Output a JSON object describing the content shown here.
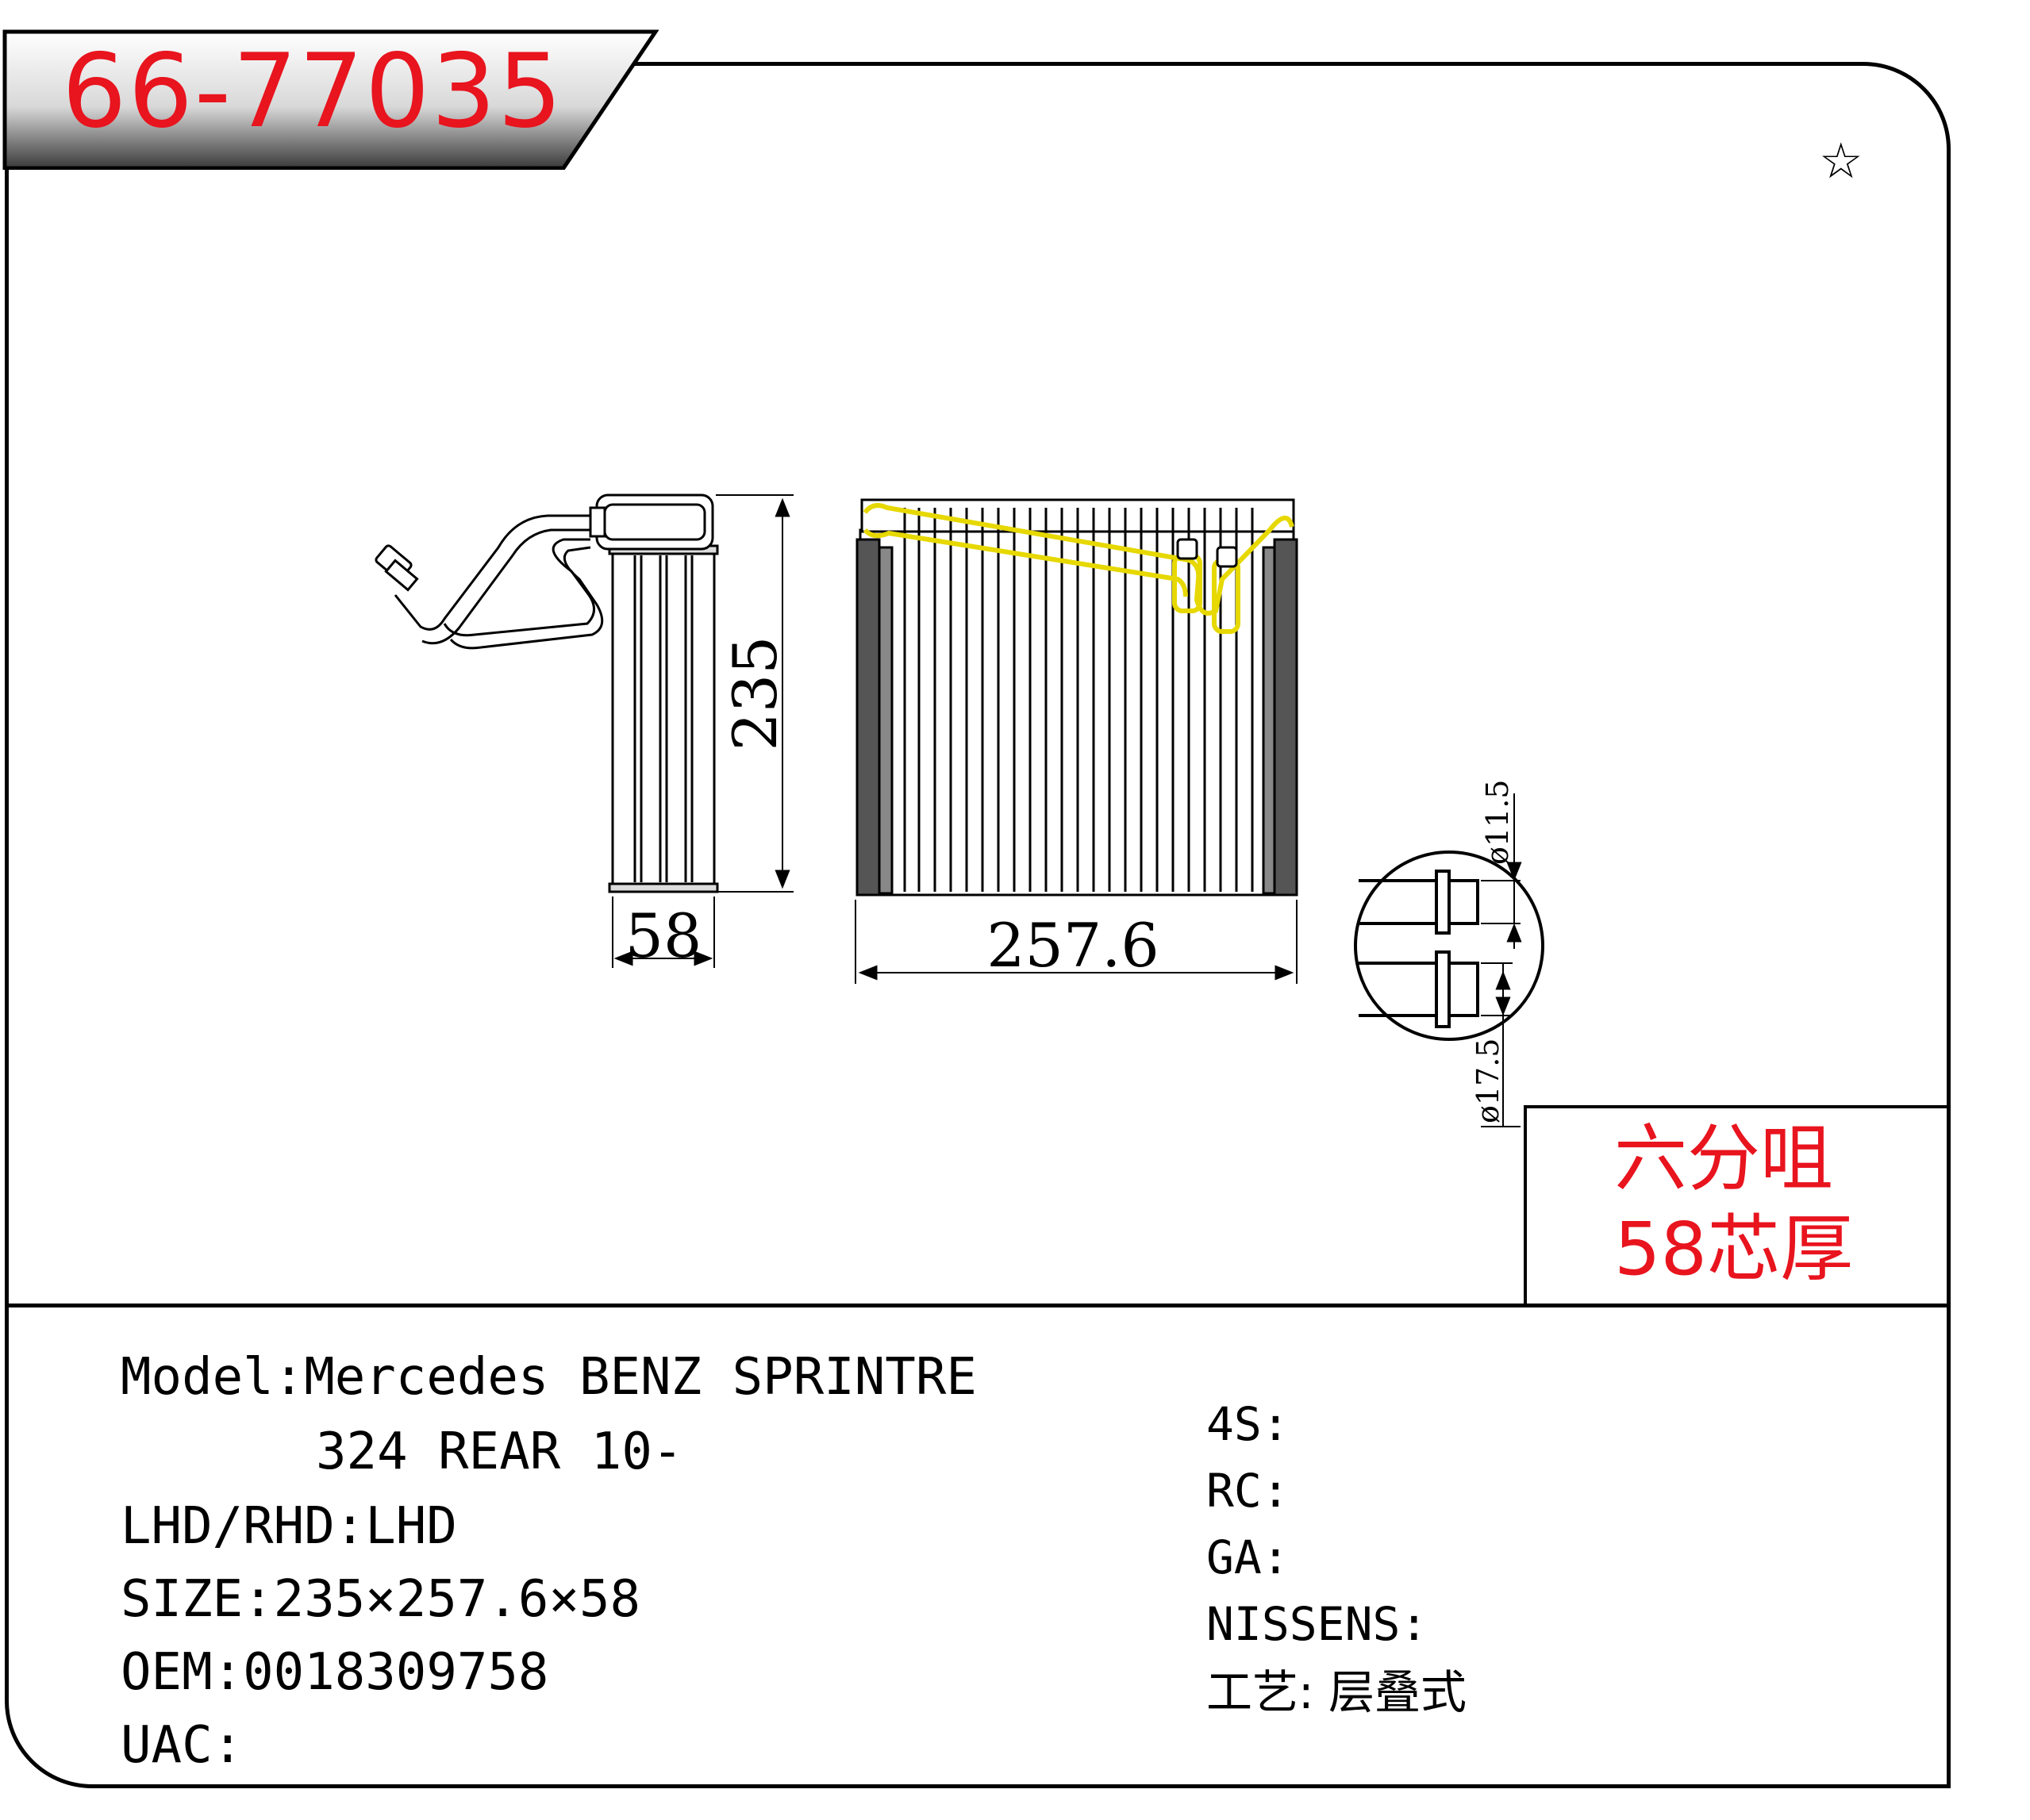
{
  "part_number": "66-77035",
  "marker_symbol": "☆",
  "dimensions": {
    "height": "235",
    "width": "257.6",
    "depth": "58",
    "pipe_small": "ø11.5",
    "pipe_large": "ø17.5"
  },
  "note": {
    "line1": "六分咀",
    "line2": "58芯厚"
  },
  "specs": {
    "model_label": "Model:",
    "model_value_1": "Mercedes BENZ SPRINTRE",
    "model_value_2": "324 REAR 10-",
    "lhd_label": "LHD/RHD:",
    "lhd_value": "LHD",
    "size_label": "SIZE:",
    "size_value": "235×257.6×58",
    "oem_label": "OEM:",
    "oem_value": "0018309758",
    "uac_label": "UAC:",
    "uac_value": ""
  },
  "references": {
    "fs_label": "4S:",
    "fs_value": "",
    "rc_label": "RC:",
    "rc_value": "",
    "ga_label": "GA:",
    "ga_value": "",
    "nissens_label": "NISSENS:",
    "nissens_value": "",
    "process_label": "工艺:",
    "process_value": "层叠式"
  }
}
